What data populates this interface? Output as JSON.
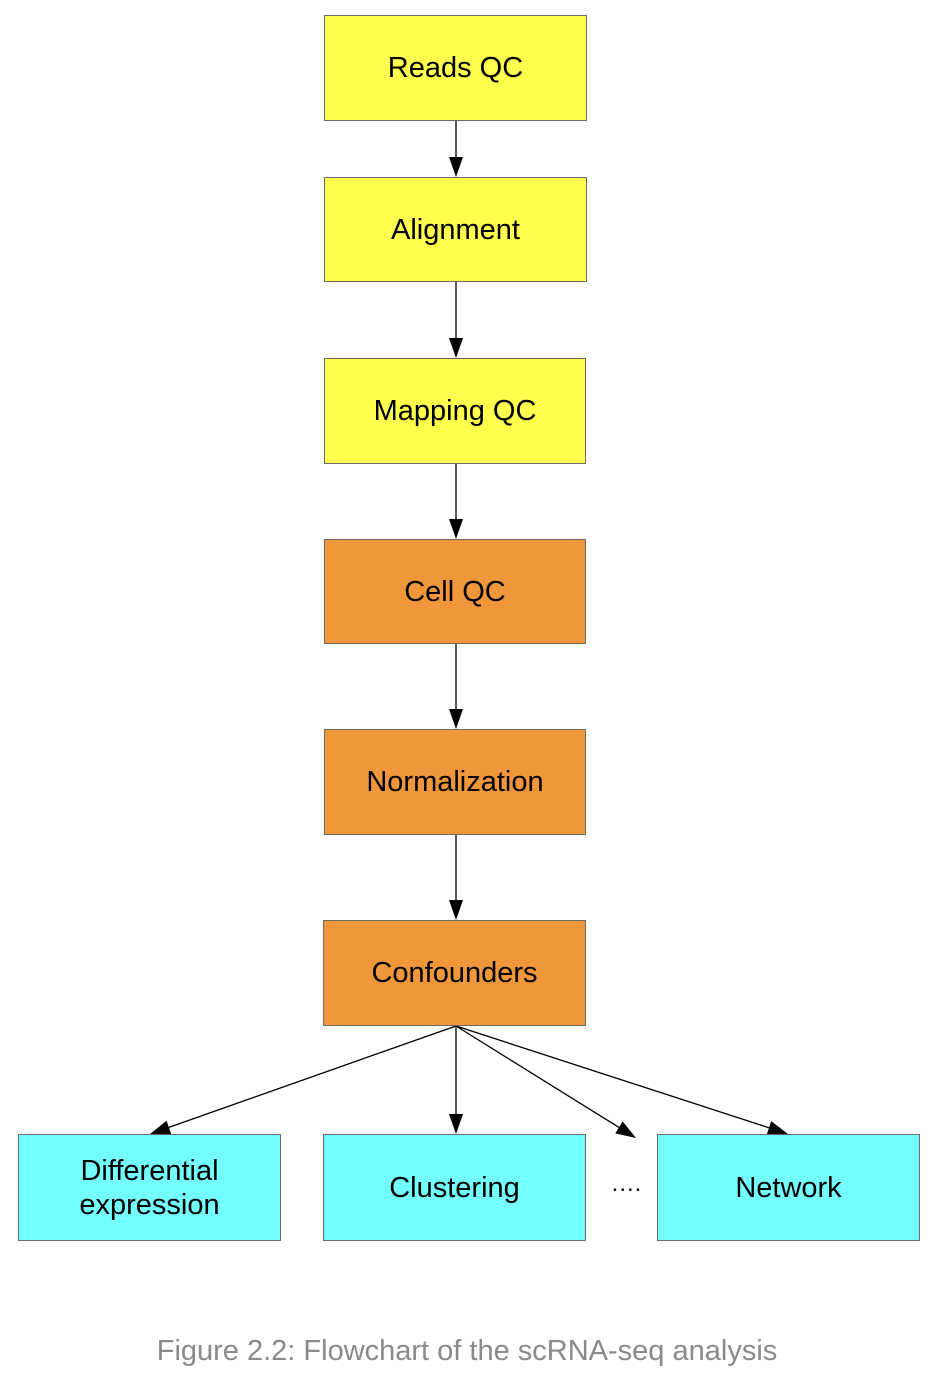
{
  "colors": {
    "yellow": "#ffff4d",
    "orange": "#f0973b",
    "cyan": "#74ffff",
    "border": "#6b6b6b",
    "edge": "#000000",
    "caption_text": "#8a8a8a"
  },
  "nodes": {
    "reads_qc": "Reads QC",
    "alignment": "Alignment",
    "mapping_qc": "Mapping QC",
    "cell_qc": "Cell QC",
    "normalization": "Normalization",
    "confounders": "Confounders",
    "differential_expression": "Differential\nexpression",
    "clustering": "Clustering",
    "network": "Network"
  },
  "ellipsis": "....",
  "caption": "Figure 2.2: Flowchart of the scRNA-seq analysis",
  "edges": [
    [
      "reads_qc",
      "alignment"
    ],
    [
      "alignment",
      "mapping_qc"
    ],
    [
      "mapping_qc",
      "cell_qc"
    ],
    [
      "cell_qc",
      "normalization"
    ],
    [
      "normalization",
      "confounders"
    ],
    [
      "confounders",
      "differential_expression"
    ],
    [
      "confounders",
      "clustering"
    ],
    [
      "confounders",
      "ellipsis"
    ],
    [
      "confounders",
      "network"
    ]
  ]
}
